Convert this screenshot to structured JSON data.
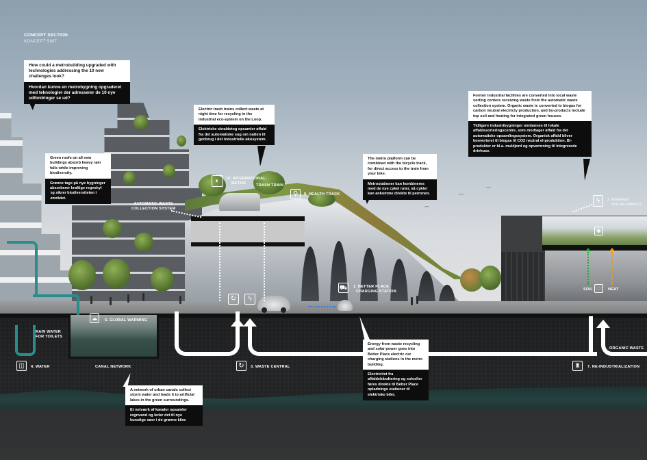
{
  "header": {
    "title": "CONCEPT SECTION",
    "subtitle": "KONCEPT SNIT"
  },
  "callouts": {
    "intro": {
      "en": "How could a metrobuilding upgraded with technologies addressing the 10 new challenges look?",
      "da": "Hvordan kunne en metrobygning opgraderet med teknologier der adresserer de 10 nye udfordringer se ud?"
    },
    "green_roofs": {
      "en": "Green roofs on all new buildings absorb heavy rain falls while improving biodiversity.",
      "da": "Grønne tage på nye bygninger absorberer kraftige regnskyl og sikrer biodiversiteten i området."
    },
    "trash_trains": {
      "en": "Electric trash trains collect waste at night time for recycling in the industrial eco-system on the Loop.",
      "da": "Elektriske skraldetog opsamler affald fra det automatiske sug om natten til genbrug i det industrielle økosystem."
    },
    "metro_platform": {
      "en": "The metro platform can be combined with the bicycle track, for direct access to the train from your bike.",
      "da": "Metrostationer kan kombineres med de nye cykel ruter, så cykler kan ankomme direkte til perronen."
    },
    "industrial": {
      "en": "Former industrial facilities are converted into local waste sorting centers receiving waste from the automatic waste collection system. Organic waste is converted to biogas for carbon neutral electricty production, and by-products include top soil and heating  for integrated green houses.",
      "da": "Tidligere industribygninger omdannes til lokale affaldssorteringscentre, som modtager affald fra det automatiske opsamlingssystem. Organisk affald bliver konverteret til biogas til CO2 neutral el-produktion. Bi-produkter er bl.a. muldjord og opvarmning til integrerede drivhuse."
    },
    "energy": {
      "en": "Energy from waste recycling and solar power  goes into Better Place electric car charging stations in the metro building.",
      "da": "Electricitet fra affaldshåndtering og solceller føres direkte til Better Place opladnings stationer til elektriske biler."
    },
    "canal": {
      "en": "A network of urban canals collect storm water and leads it to artificial lakes in the green surroundings.",
      "da": "Et netværk af kanaler opsamler regnvand og leder det til nye kunstige søer i de grønne kiler."
    }
  },
  "labels": {
    "international_metro": {
      "line1": "10. INTERNATIONAL",
      "line2": "METRO",
      "icon": "globe-icon",
      "glyph": "◐"
    },
    "trash_train": "TRASH TRAIN",
    "health_track": {
      "text": "8. HEALTH TRACK",
      "icon": "bicycle-icon",
      "glyph": "⚲"
    },
    "waste_collection": {
      "line1": "AUTOMATIC WASTE",
      "line2": "COLLECTION SYSTEM"
    },
    "energy_solar": {
      "line1": "2. ENERGY",
      "line2": "SOLAR PANELS",
      "icon": "lightning-icon",
      "glyph": "ϟ"
    },
    "better_place": {
      "line1": "1. BETTER PLACE",
      "line2": "CHARGING STATION",
      "icon": "car-icon",
      "glyph": "⛟"
    },
    "global_warming": {
      "text": "5. GLOBAL WARMING",
      "icon": "cloud-icon",
      "glyph": "☁"
    },
    "rain_water": {
      "line1": "RAIN WATER",
      "line2": "FOR TOILETS"
    },
    "water": {
      "text": "4. WATER",
      "icon": "glass-icon",
      "glyph": "◫"
    },
    "canal_network": "CANAL NETWORK",
    "waste_central": {
      "text": "3. WASTE CENTRAL",
      "icon": "recycle-icon",
      "glyph": "↻"
    },
    "re_industrialization": {
      "text": "7. RE-INDUSTRIALIZATION",
      "icon": "factory-icon",
      "glyph": "♜"
    },
    "organic_waste": "ORGANIC WASTE",
    "soil": "SOIL",
    "heat": "HEAT",
    "street_recycle_glyph": "↻",
    "street_lightning_glyph": "ϟ",
    "greenhouse_icon_glyph": "♣",
    "biogas_icon_glyph": "◌"
  },
  "colors": {
    "water_pipe": "#2a8d8c",
    "soil_arrow": "#27a23b",
    "heat_arrow": "#f0951f",
    "charging_line": "#3a7ad1",
    "callout_dark": "#0d0d0d",
    "callout_light": "#ffffff"
  }
}
